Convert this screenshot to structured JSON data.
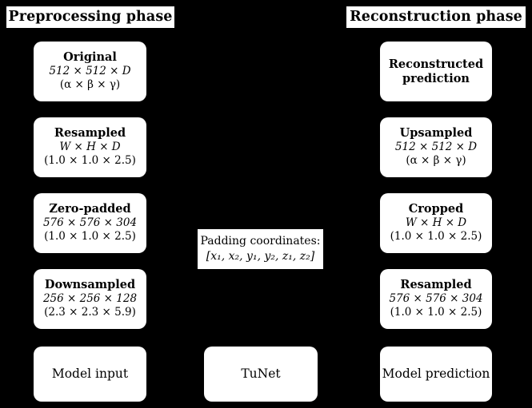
{
  "figure": {
    "background_color": "#000000",
    "box_color": "#ffffff",
    "text_color": "#000000"
  },
  "headers": {
    "left": "Preprocessing phase",
    "right": "Reconstruction phase"
  },
  "preprocessing": {
    "stages": [
      {
        "title": "Original",
        "dims": "512 × 512 × D",
        "spacing": "(α × β × γ)"
      },
      {
        "title": "Resampled",
        "dims": "W × H × D",
        "spacing": "(1.0 × 1.0 × 2.5)"
      },
      {
        "title": "Zero-padded",
        "dims": "576 × 576 × 304",
        "spacing": "(1.0 × 1.0 × 2.5)"
      },
      {
        "title": "Downsampled",
        "dims": "256 × 256 × 128",
        "spacing": "(2.3 × 2.3 × 5.9)"
      }
    ],
    "output": "Model input"
  },
  "reconstruction": {
    "stages": [
      {
        "title": "Reconstructed prediction",
        "dims": "",
        "spacing": ""
      },
      {
        "title": "Upsampled",
        "dims": "512 × 512 × D",
        "spacing": "(α × β × γ)"
      },
      {
        "title": "Cropped",
        "dims": "W × H × D",
        "spacing": "(1.0 × 1.0 × 2.5)"
      },
      {
        "title": "Resampled",
        "dims": "576 × 576 × 304",
        "spacing": "(1.0 × 1.0 × 2.5)"
      }
    ],
    "output": "Model prediction"
  },
  "middle": {
    "padding_note_line1": "Padding coordinates:",
    "padding_note_line2": "[x₁, x₂, y₁, y₂, z₁, z₂]",
    "model": "TuNet"
  }
}
